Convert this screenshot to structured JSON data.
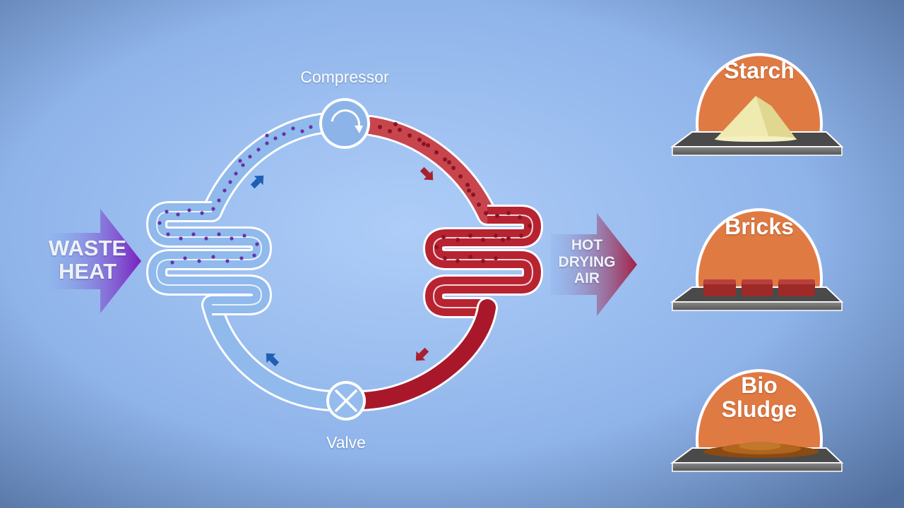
{
  "colors": {
    "background_center": "#a9cbf7",
    "background_edge": "#4f78b4",
    "cold_loop": "#8fb8ea",
    "hot_loop": "#b01e2c",
    "dome": "#e07a43",
    "platform": "#6a6a6a",
    "waste_heat_arrow_start": "#5a8fe0",
    "waste_heat_arrow_end": "#8a2bc8",
    "hot_air_arrow_end": "#a0284a"
  },
  "labels": {
    "compressor": "Compressor",
    "valve": "Valve",
    "waste_heat_line1": "WASTE",
    "waste_heat_line2": "HEAT",
    "hot_air_line1": "HOT",
    "hot_air_line2": "DRYING",
    "hot_air_line3": "AIR"
  },
  "products": [
    {
      "line1": "Starch",
      "line2": "",
      "icon": "powder-pile-icon"
    },
    {
      "line1": "Bricks",
      "line2": "",
      "icon": "brick-icon"
    },
    {
      "line1": "Bio",
      "line2": "Sludge",
      "icon": "sludge-pile-icon"
    }
  ],
  "icons": {
    "compressor": "rotation-arrow-icon",
    "valve": "x-valve-icon",
    "flow_arrows": "flow-direction-arrow-icon"
  }
}
